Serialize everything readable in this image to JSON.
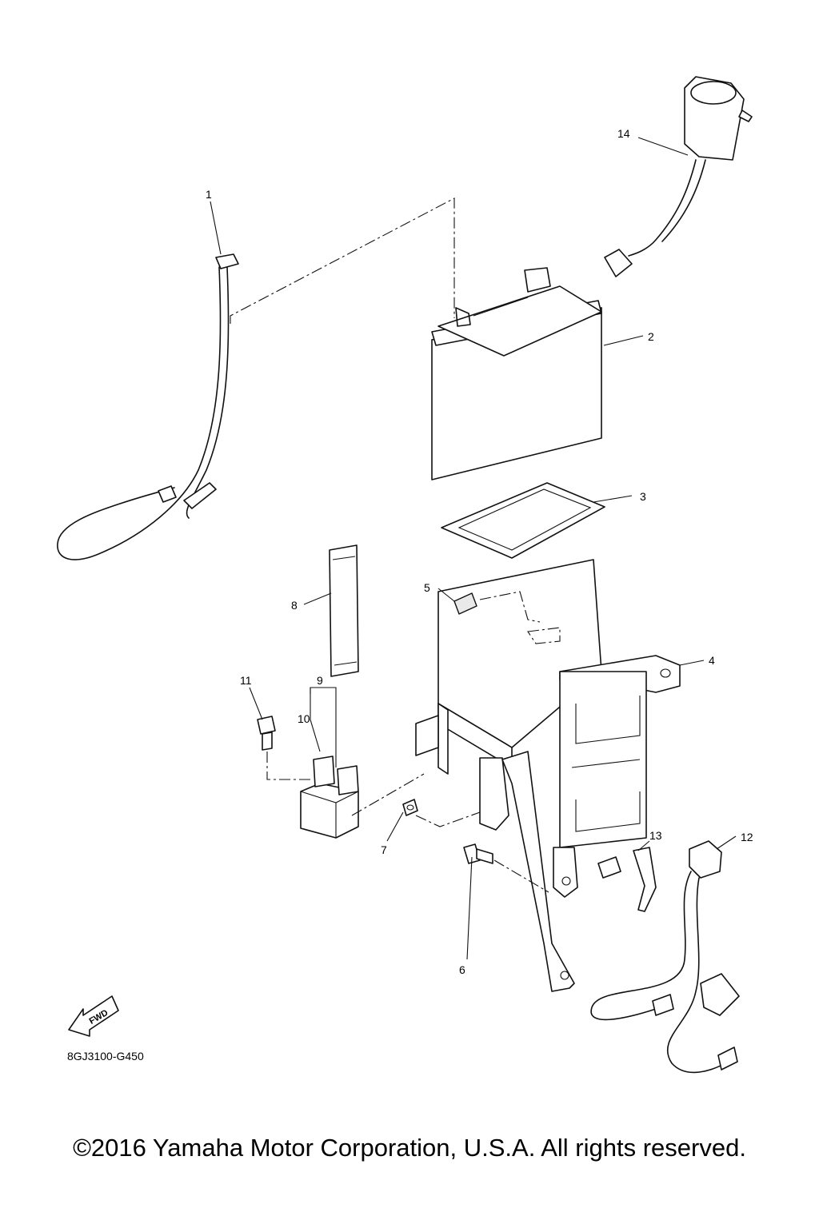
{
  "diagram": {
    "callouts": [
      "1",
      "2",
      "3",
      "4",
      "5",
      "6",
      "7",
      "8",
      "9",
      "10",
      "11",
      "12",
      "13",
      "14"
    ],
    "fwd_badge": "FWD",
    "diagram_code": "8GJ3100-G450"
  },
  "footer": {
    "copyright": "©2016 Yamaha Motor Corporation, U.S.A. All rights reserved."
  }
}
